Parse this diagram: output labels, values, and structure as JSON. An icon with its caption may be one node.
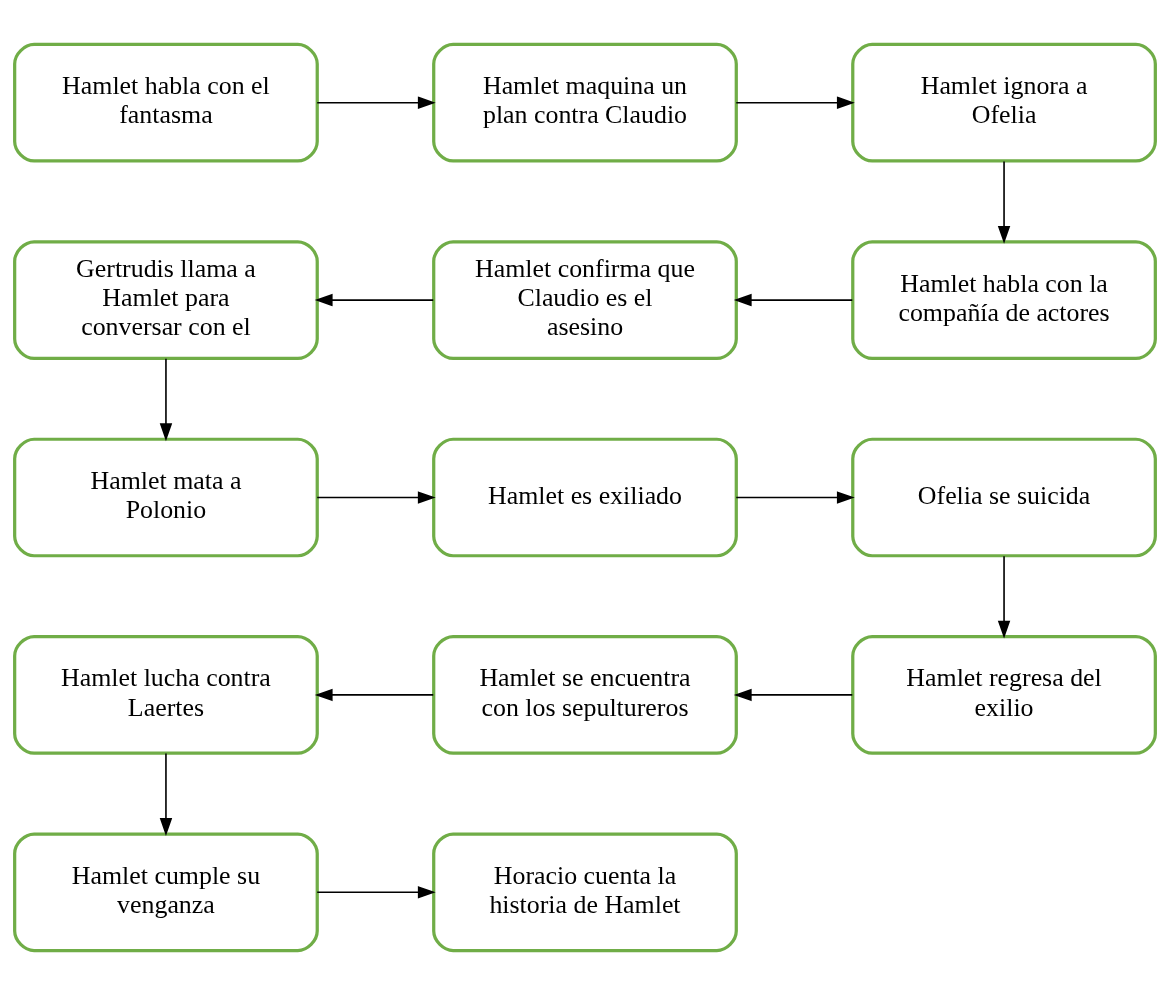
{
  "diagram": {
    "nodes": [
      {
        "text": [
          "Hamlet habla con el fantasma"
        ]
      },
      {
        "text": [
          "Hamlet maquina un plan contra Claudio"
        ]
      },
      {
        "text": [
          "Hamlet ignora a Ofelia"
        ]
      },
      {
        "text": [
          "Gertrudis llama a Hamlet para conversar con el"
        ]
      },
      {
        "text": [
          "Hamlet confirma que Claudio es el asesino"
        ]
      },
      {
        "text": [
          "Hamlet habla con la compañía de actores"
        ]
      },
      {
        "text": [
          "Hamlet mata a Polonio"
        ]
      },
      {
        "text": [
          "Hamlet es exiliado"
        ]
      },
      {
        "text": [
          "Ofelia se suicida"
        ]
      },
      {
        "text": [
          "Hamlet lucha contra Laertes"
        ]
      },
      {
        "text": [
          "Hamlet se encuentra con los sepultureros"
        ]
      },
      {
        "text": [
          "Hamlet regresa del exilio"
        ]
      },
      {
        "text": [
          "Hamlet cumple su venganza"
        ]
      },
      {
        "text": [
          "Horacio cuenta la historia de Hamlet"
        ]
      }
    ],
    "edges": [
      {
        "from": 0,
        "to": 1,
        "arrow": "to"
      },
      {
        "from": 1,
        "to": 2,
        "arrow": "to"
      },
      {
        "from": 2,
        "to": 5,
        "arrow": "to"
      },
      {
        "from": 5,
        "to": 4,
        "arrow": "to"
      },
      {
        "from": 4,
        "to": 3,
        "arrow": "to"
      },
      {
        "from": 3,
        "to": 6,
        "arrow": "to"
      },
      {
        "from": 6,
        "to": 7,
        "arrow": "to"
      },
      {
        "from": 7,
        "to": 8,
        "arrow": "to"
      },
      {
        "from": 8,
        "to": 11,
        "arrow": "to"
      },
      {
        "from": 11,
        "to": 10,
        "arrow": "to"
      },
      {
        "from": 10,
        "to": 9,
        "arrow": "to"
      },
      {
        "from": 9,
        "to": 12,
        "arrow": "to"
      },
      {
        "from": 12,
        "to": 13,
        "arrow": "to"
      }
    ]
  }
}
